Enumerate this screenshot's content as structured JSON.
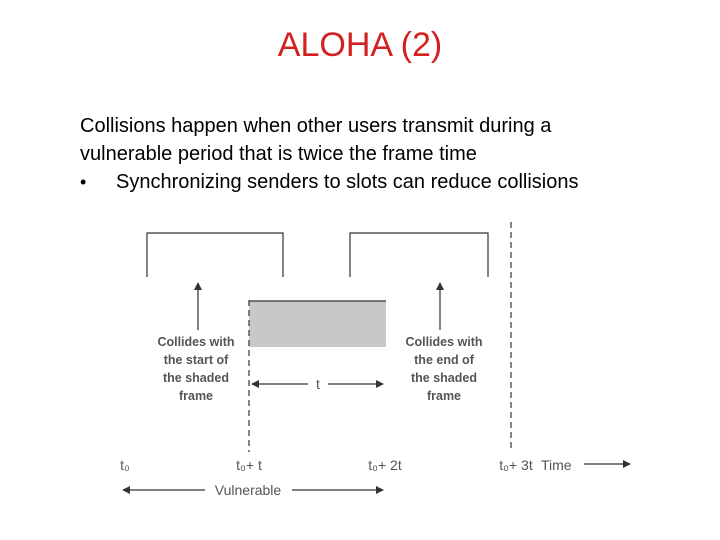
{
  "slide": {
    "title": "ALOHA (2)",
    "paragraph_line1": "Collisions happen when other users transmit during a",
    "paragraph_line2": "vulnerable period that is twice the frame time",
    "bullet_mark": "•",
    "bullet_text": "Synchronizing senders to slots can reduce collisions"
  },
  "diagram": {
    "left_annotation": [
      "Collides with",
      "the start of",
      "the shaded",
      "frame"
    ],
    "right_annotation": [
      "Collides with",
      "the end of",
      "the shaded",
      "frame"
    ],
    "frame_time_label": "t",
    "tick_t0": "t₀",
    "tick_t0_plus_t": "t₀+ t",
    "tick_t0_plus_2t": "t₀+ 2t",
    "tick_t0_plus_3t": "t₀+ 3t",
    "time_label": "Time",
    "vulnerable_label": "Vulnerable",
    "colors": {
      "shaded_frame": "#c8c8c8",
      "lines": "#333333",
      "title": "#d32020"
    }
  }
}
